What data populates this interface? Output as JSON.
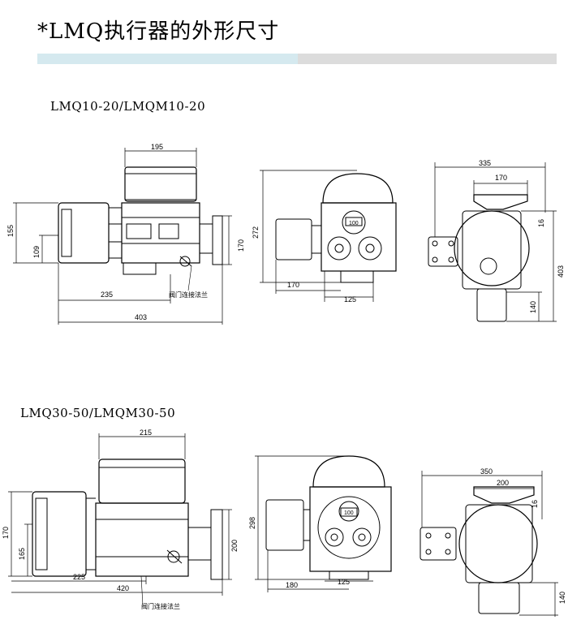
{
  "header": {
    "title": "*LMQ执行器的外形尺寸"
  },
  "section1": {
    "label": "LMQ10-20/LMQM10-20",
    "dims": {
      "d195": "195",
      "d155": "155",
      "d109": "109",
      "d170v": "170",
      "d235": "235",
      "d403": "403",
      "d272": "272",
      "d170h": "170",
      "d125": "125",
      "d100": "100",
      "d335": "335",
      "d170t": "170",
      "d16": "16",
      "d403v": "403",
      "d140": "140"
    },
    "flange_note": "阀门连接法兰"
  },
  "section2": {
    "label": "LMQ30-50/LMQM30-50",
    "dims": {
      "d215": "215",
      "d170": "170",
      "d165": "165",
      "d200v": "200",
      "d225": "225",
      "d420": "420",
      "d298": "298",
      "d180": "180",
      "d125": "125",
      "d100": "100",
      "d350": "350",
      "d200t": "200",
      "d16": "16",
      "d140": "140"
    },
    "flange_note": "阀门连接法兰"
  }
}
